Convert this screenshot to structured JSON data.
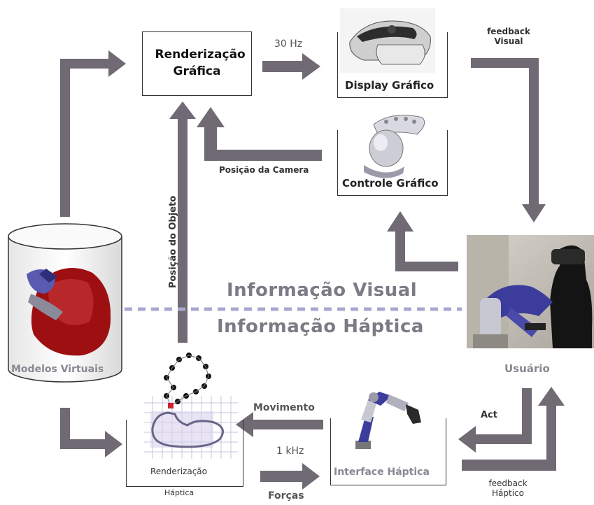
{
  "nodes": {
    "graphic_rendering": "Renderização Gráfica",
    "graphic_display": "Display Gráfico",
    "graphic_control": "Controle Gráfico",
    "virtual_models": "Modelos Virtuais",
    "user": "Usuário",
    "haptic_rendering_line1": "Renderização",
    "haptic_rendering_line2": "Háptica",
    "haptic_interface": "Interface Háptica"
  },
  "edges": {
    "rate_visual": "30 Hz",
    "visual_feedback": "feedback Visual",
    "camera_position": "Posição da Camera",
    "object_position": "Posição do Objeto",
    "movement": "Movimento",
    "rate_haptic": "1 kHz",
    "forces": "Forças",
    "act": "Act",
    "haptic_feedback": "feedback Háptico"
  },
  "regions": {
    "visual": "Informação Visual",
    "haptic": "Informação Háptica"
  },
  "colors": {
    "arrow": "#6f6a74",
    "region_text": "#7d7a86",
    "divider": "#a6a8cf",
    "model_red": "#9e0f12",
    "robot_blue": "#3c3c9c"
  }
}
